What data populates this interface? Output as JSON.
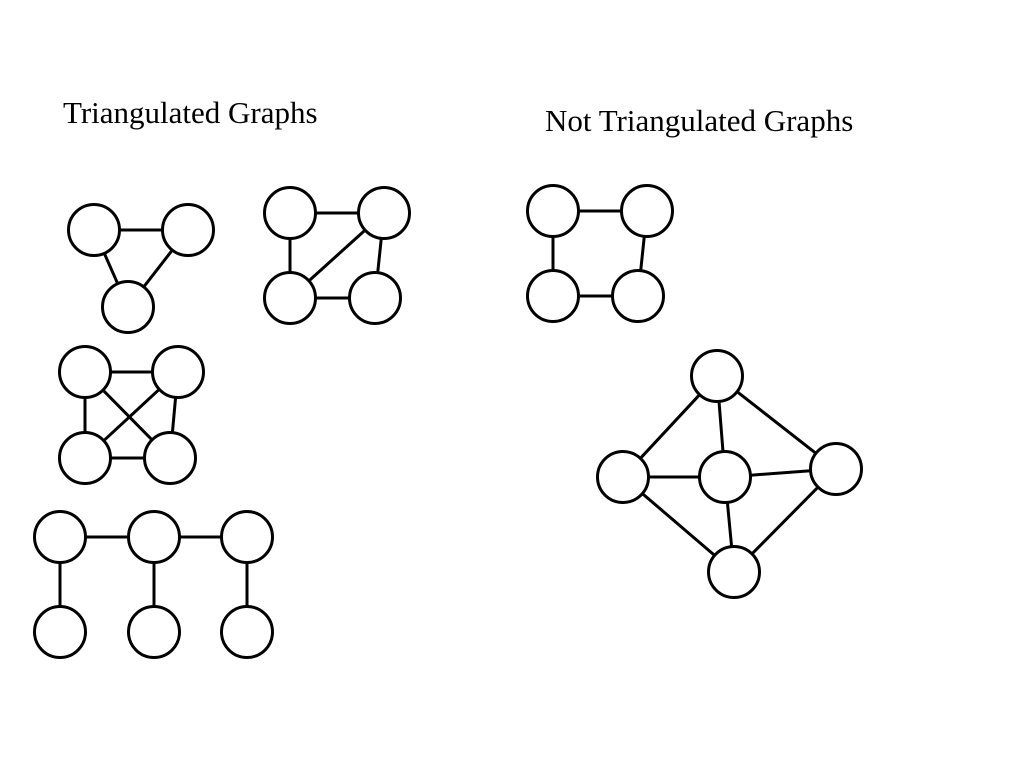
{
  "headings": {
    "triangulated": "Triangulated Graphs",
    "not_triangulated": "Not Triangulated Graphs"
  },
  "graphs": [
    {
      "name": "triangle",
      "group": "triangulated",
      "nodes": 3,
      "edges": [
        [
          0,
          1
        ],
        [
          0,
          2
        ],
        [
          1,
          2
        ]
      ]
    },
    {
      "name": "square-with-diagonal",
      "group": "triangulated",
      "nodes": 4,
      "edges": [
        [
          0,
          1
        ],
        [
          0,
          2
        ],
        [
          1,
          2
        ],
        [
          1,
          3
        ],
        [
          2,
          3
        ]
      ]
    },
    {
      "name": "complete-four",
      "group": "triangulated",
      "nodes": 4,
      "edges": [
        [
          0,
          1
        ],
        [
          0,
          2
        ],
        [
          0,
          3
        ],
        [
          1,
          2
        ],
        [
          1,
          3
        ],
        [
          2,
          3
        ]
      ]
    },
    {
      "name": "tree",
      "group": "triangulated",
      "nodes": 6,
      "edges": [
        [
          0,
          1
        ],
        [
          1,
          2
        ],
        [
          0,
          3
        ],
        [
          1,
          4
        ],
        [
          2,
          5
        ]
      ]
    },
    {
      "name": "four-cycle",
      "group": "not-triangulated",
      "nodes": 4,
      "edges": [
        [
          0,
          1
        ],
        [
          0,
          2
        ],
        [
          1,
          3
        ],
        [
          2,
          3
        ]
      ]
    },
    {
      "name": "wheel",
      "group": "not-triangulated",
      "nodes": 5,
      "edges": [
        [
          0,
          1
        ],
        [
          0,
          2
        ],
        [
          0,
          3
        ],
        [
          1,
          2
        ],
        [
          1,
          4
        ],
        [
          2,
          3
        ],
        [
          2,
          4
        ],
        [
          3,
          4
        ]
      ]
    }
  ]
}
